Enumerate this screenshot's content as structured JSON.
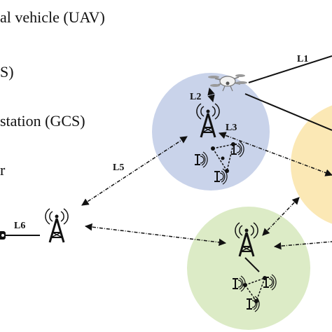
{
  "legend": {
    "uav": "al vehicle (UAV)",
    "s": "S)",
    "gcs": "station (GCS)",
    "r": "r"
  },
  "links": {
    "l1": "L1",
    "l2": "L2",
    "l3": "L3",
    "l5": "L5",
    "l6": "L6"
  },
  "colors": {
    "blue_zone": "#c9d3ea",
    "green_zone": "#dcebc6",
    "yellow_zone": "#fbe8b5",
    "ink": "#111111"
  }
}
